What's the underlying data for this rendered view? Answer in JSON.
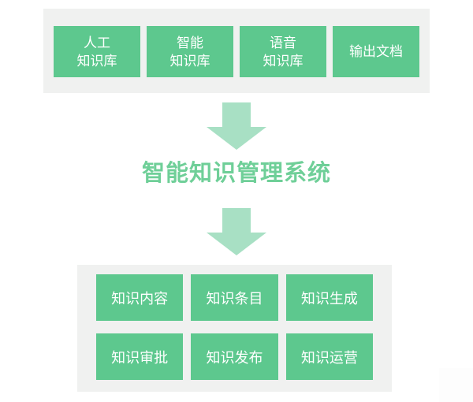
{
  "colors": {
    "box_green": "#5dc88e",
    "panel_gray": "#f0f1f0",
    "arrow_light_green": "#a8e0c4",
    "title_green": "#6fcf98",
    "box_text_white": "#ffffff",
    "page_background": "#ffffff"
  },
  "icons": {
    "arrow_1": "down-arrow",
    "arrow_2": "down-arrow"
  },
  "title": {
    "text": "智能知识管理系统"
  },
  "top_panel": {
    "items": [
      {
        "label": "人工\n知识库"
      },
      {
        "label": "智能\n知识库"
      },
      {
        "label": "语音\n知识库"
      },
      {
        "label": "输出文档"
      }
    ]
  },
  "bottom_panel": {
    "items": [
      {
        "label": "知识内容"
      },
      {
        "label": "知识条目"
      },
      {
        "label": "知识生成"
      },
      {
        "label": "知识审批"
      },
      {
        "label": "知识发布"
      },
      {
        "label": "知识运营"
      }
    ]
  }
}
